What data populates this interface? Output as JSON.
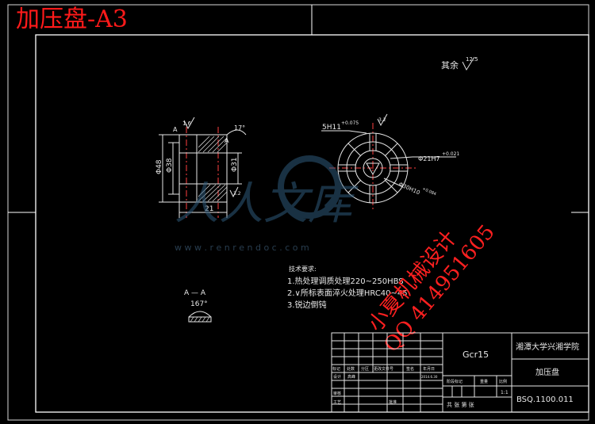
{
  "header": {
    "title": "加压盘-A3"
  },
  "roughness_note": {
    "prefix": "其余",
    "value": "12.5"
  },
  "section_view": {
    "cut_marker": "A",
    "angle": "17°",
    "roughness": "1.6",
    "roughness_b": "3.2",
    "diam_outer": "Φ48",
    "diam_inner": "Φ38",
    "diam_bore": "Φ31",
    "length": "21",
    "section_label": "A — A",
    "detail_angle": "167°"
  },
  "front_view": {
    "fit_label": "5H11",
    "fit_tol": "+0.075",
    "roughness": "3.2",
    "hole_label": "Φ21H7",
    "hole_tol": "+0.021",
    "big_label": "Φ30H10",
    "big_tol": "+0.084"
  },
  "watermark": {
    "brand": "人人文库",
    "url": "w w w . r e n r e n d o c . c o m"
  },
  "stamp": {
    "line1": "小夏机械设计",
    "line2": "QQ 414951605"
  },
  "tech_req": {
    "heading": "技术要求:",
    "items": [
      "1.热处理调质处理220~250HBS",
      "2.∨所标表面淬火处理HRC40~45",
      "3.锐边倒钝"
    ]
  },
  "title_block": {
    "material": "Gcr15",
    "school": "湘潭大学兴湘学院",
    "part_name": "加压盘",
    "drawing_no": "BSQ.1100.011",
    "scale": "1:1",
    "sheet": "共  张  第  张",
    "col_labels": [
      "标记",
      "处数",
      "分区",
      "更改文件号",
      "签名",
      "年月日"
    ],
    "row_labels": [
      "设计",
      "审核",
      "工艺"
    ],
    "designer": "高峰",
    "approve": "批准",
    "date": "2014.6.30",
    "stage_headers": [
      "阶段标记",
      "重量",
      "比例"
    ]
  }
}
